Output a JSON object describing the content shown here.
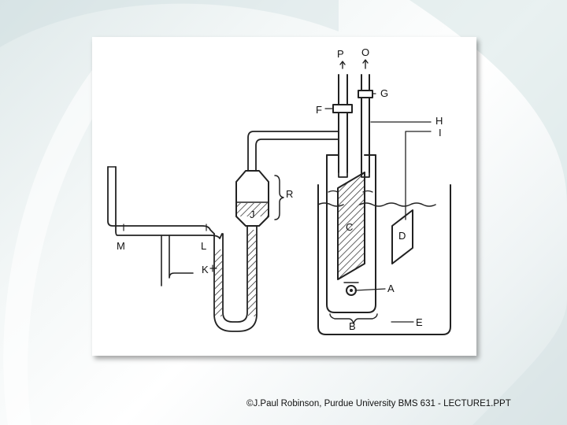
{
  "diagram": {
    "labels": {
      "P": "P",
      "O": "O",
      "G": "G",
      "F": "F",
      "H": "H",
      "I": "I",
      "R": "R",
      "J": "J",
      "C": "C",
      "D": "D",
      "M": "M",
      "L": "L",
      "K": "K",
      "A": "A",
      "B": "B",
      "E": "E"
    }
  },
  "footer": {
    "caption": "©J.Paul Robinson, Purdue University  BMS 631 - LECTURE1.PPT"
  }
}
